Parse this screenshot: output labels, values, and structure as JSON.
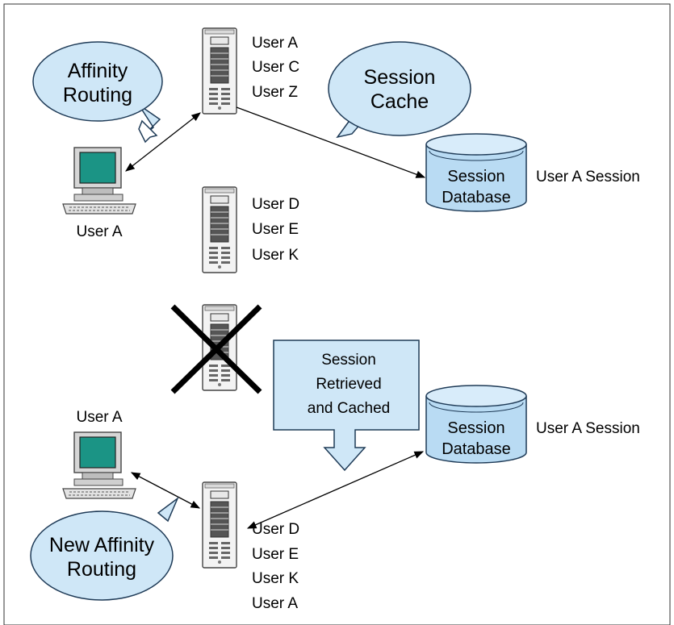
{
  "colors": {
    "bubble_fill": "#cfe7f7",
    "bubble_stroke": "#1f3b57",
    "db_fill": "#b9dbf3",
    "db_top": "#d8ecfa",
    "monitor_screen": "#1b9485",
    "server_body": "#f2f2f2"
  },
  "top": {
    "bubble_affinity": [
      "Affinity",
      "Routing"
    ],
    "bubble_cache": [
      "Session",
      "Cache"
    ],
    "server1_users": [
      "User A",
      "User C",
      "User Z"
    ],
    "server2_users": [
      "User D",
      "User E",
      "User K"
    ],
    "client_label": "User A",
    "db_label": [
      "Session",
      "Database"
    ],
    "db_side_label": "User A Session"
  },
  "bottom": {
    "callout_retrieved": [
      "Session",
      "Retrieved",
      "and Cached"
    ],
    "bubble_new_affinity": [
      "New Affinity",
      "Routing"
    ],
    "client_label": "User A",
    "server_users": [
      "User D",
      "User E",
      "User K",
      "User A"
    ],
    "db_label": [
      "Session",
      "Database"
    ],
    "db_side_label": "User A Session"
  },
  "icons": {
    "server": "server-tower-icon",
    "client": "desktop-computer-icon",
    "database": "database-cylinder-icon",
    "failed": "x-cross-icon"
  }
}
